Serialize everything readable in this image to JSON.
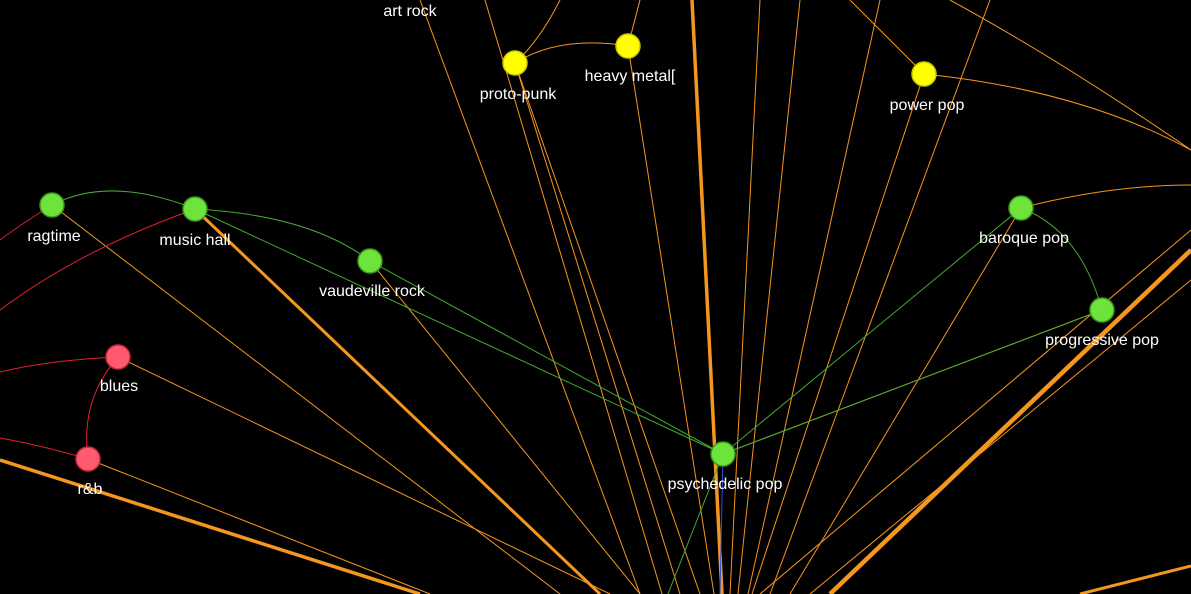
{
  "colors": {
    "background": "#000000",
    "edge_orange": "#f5961e",
    "edge_green": "#44a832",
    "edge_red": "#e0202e",
    "edge_blue": "#2e4fd6",
    "node_yellow": "#ffff00",
    "node_green": "#6ee33c",
    "node_red": "#ff5a6e",
    "label_text": "#ffffff"
  },
  "nodes": [
    {
      "id": "art-rock",
      "label": "art rock",
      "color": "none"
    },
    {
      "id": "proto-punk",
      "label": "proto-punk",
      "color": "yellow"
    },
    {
      "id": "heavy-metal",
      "label": "heavy metal[",
      "color": "yellow"
    },
    {
      "id": "power-pop",
      "label": "power pop",
      "color": "yellow"
    },
    {
      "id": "ragtime",
      "label": "ragtime",
      "color": "green"
    },
    {
      "id": "music-hall",
      "label": "music hall",
      "color": "green"
    },
    {
      "id": "vaudeville-rock",
      "label": "vaudeville rock",
      "color": "green"
    },
    {
      "id": "baroque-pop",
      "label": "baroque pop",
      "color": "green"
    },
    {
      "id": "progressive-pop",
      "label": "progressive pop",
      "color": "green"
    },
    {
      "id": "psychedelic-pop",
      "label": "psychedelic pop",
      "color": "green"
    },
    {
      "id": "blues",
      "label": "blues",
      "color": "red"
    },
    {
      "id": "r-and-b",
      "label": "r&b",
      "color": "red"
    }
  ],
  "edges": [
    {
      "from": "proto-punk",
      "to": "heavy-metal",
      "color": "orange"
    },
    {
      "from": "ragtime",
      "to": "music-hall",
      "color": "green"
    },
    {
      "from": "music-hall",
      "to": "vaudeville-rock",
      "color": "green"
    },
    {
      "from": "music-hall",
      "to": "psychedelic-pop",
      "color": "green"
    },
    {
      "from": "vaudeville-rock",
      "to": "psychedelic-pop",
      "color": "green"
    },
    {
      "from": "baroque-pop",
      "to": "psychedelic-pop",
      "color": "green"
    },
    {
      "from": "progressive-pop",
      "to": "psychedelic-pop",
      "color": "green"
    },
    {
      "from": "baroque-pop",
      "to": "progressive-pop",
      "color": "green"
    },
    {
      "from": "blues",
      "to": "r-and-b",
      "color": "red"
    }
  ]
}
